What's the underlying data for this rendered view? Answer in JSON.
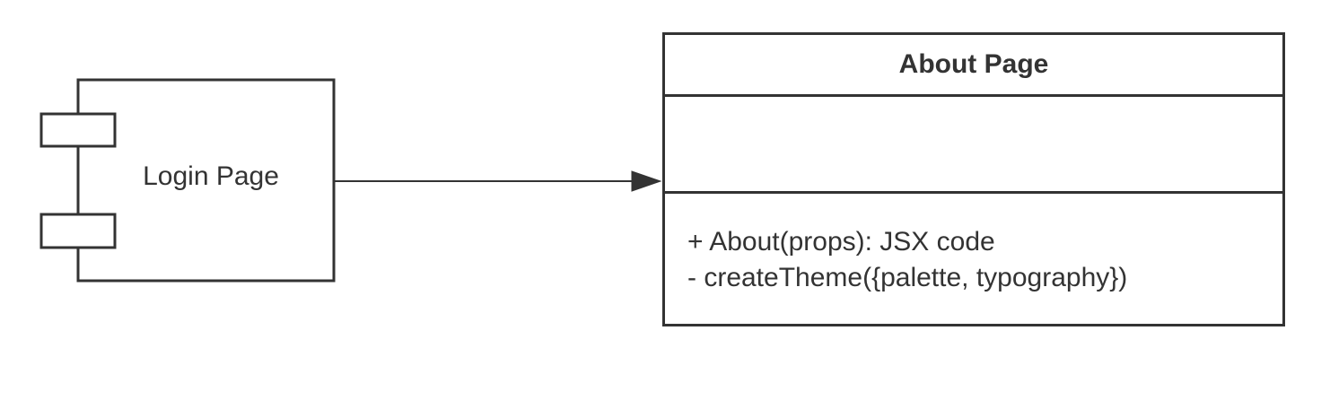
{
  "component": {
    "name": "Login Page"
  },
  "class": {
    "name": "About Page",
    "attributes": [],
    "operations": [
      "+ About(props): JSX code",
      "- createTheme({palette, typography})"
    ]
  },
  "connector": {
    "type": "directed-association",
    "from": "Login Page",
    "to": "About Page"
  },
  "colors": {
    "stroke": "#333333",
    "background": "#ffffff"
  }
}
